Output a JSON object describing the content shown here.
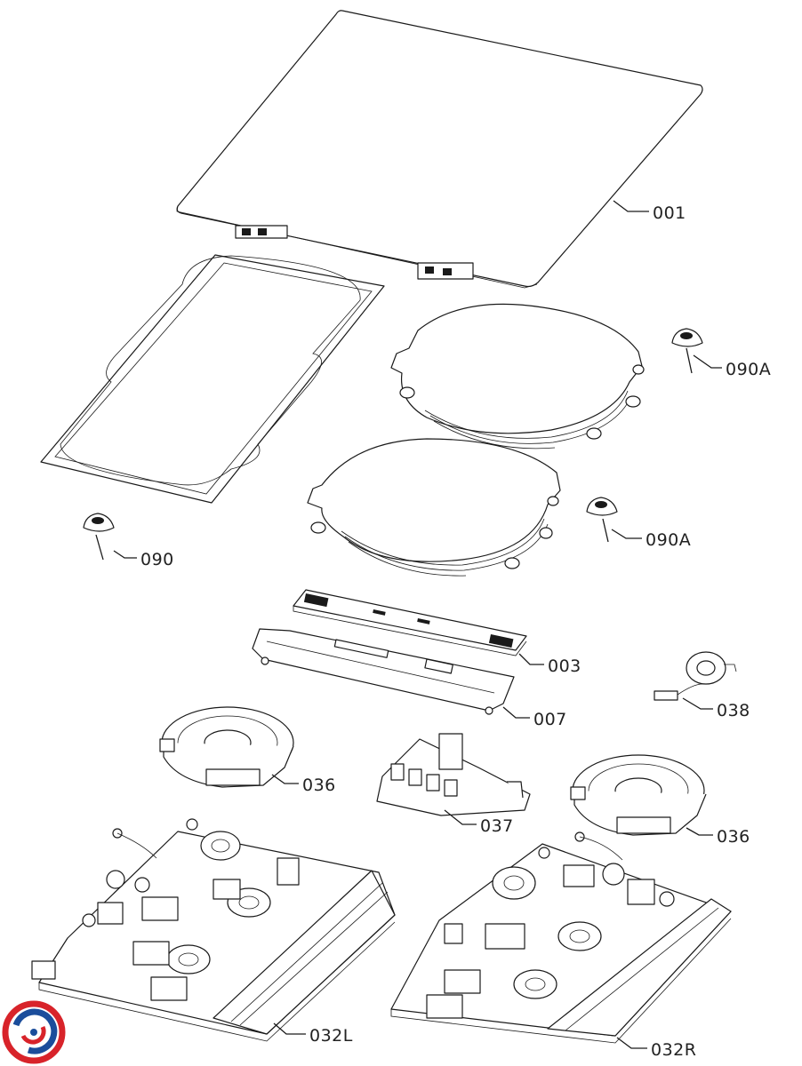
{
  "labels": {
    "p001": "001",
    "p090A_top": "090A",
    "p090A_mid": "090A",
    "p090": "090",
    "p003": "003",
    "p007": "007",
    "p038": "038",
    "p036_left": "036",
    "p036_right": "036",
    "p037": "037",
    "p032L": "032L",
    "p032R": "032R"
  },
  "logo": {
    "colors": [
      "#d8232a",
      "#1b4d9b"
    ],
    "icon": "brand-logo-icon"
  }
}
